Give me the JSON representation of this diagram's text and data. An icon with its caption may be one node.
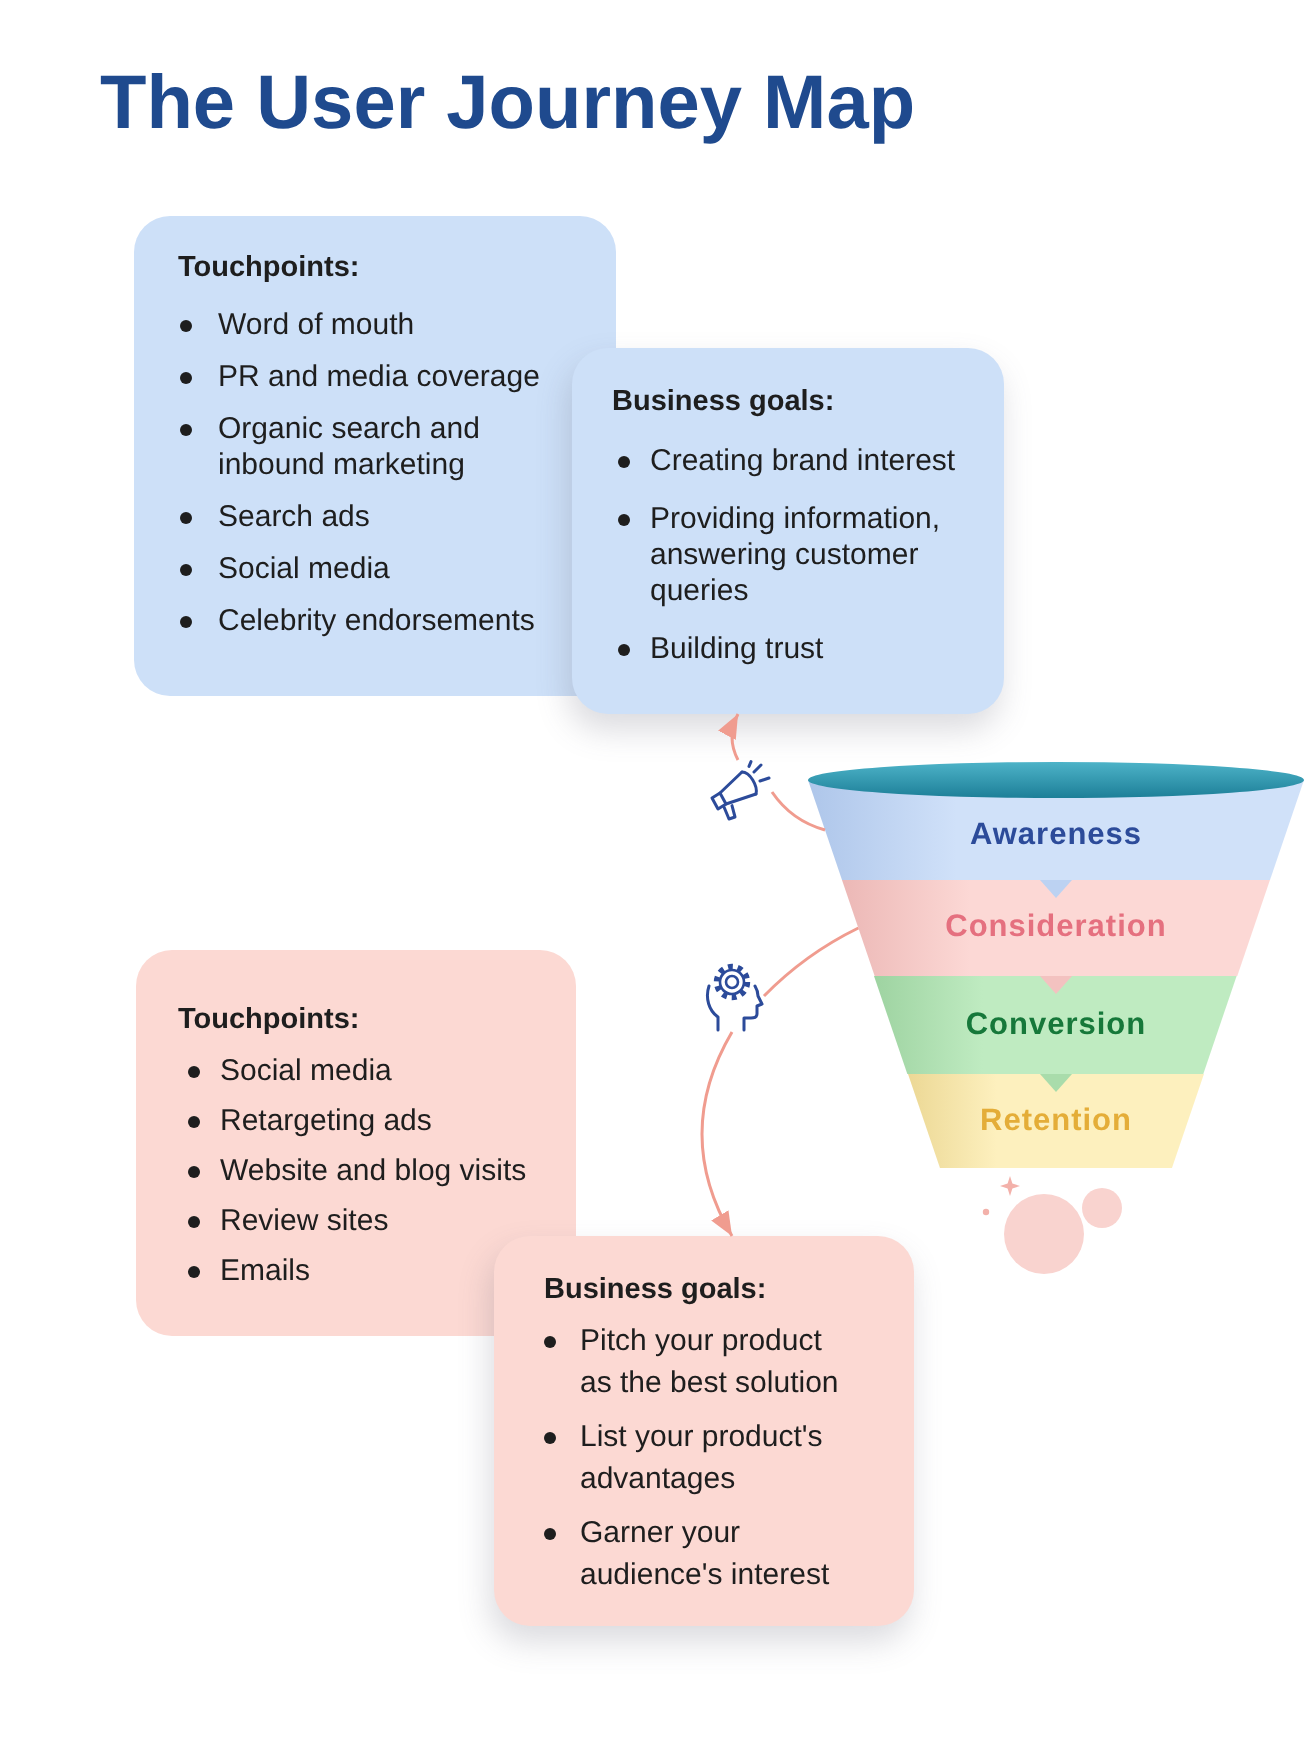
{
  "diagram": {
    "title": "The User Journey Map",
    "nodes": [
      {
        "text": [
          "Touchpoints:",
          "Word of mouth",
          "PR and media coverage",
          "Organic search and inbound marketing",
          "Search ads",
          "Social media",
          "Celebrity endorsements"
        ]
      },
      {
        "text": [
          "Business goals:",
          "Creating brand interest",
          "Providing information, answering customer queries",
          "Building trust"
        ]
      },
      {
        "text": [],
        "shape": "picture"
      },
      {
        "text": [
          "Awareness"
        ]
      },
      {
        "text": [
          "Consideration"
        ]
      },
      {
        "text": [
          "Conversion"
        ]
      },
      {
        "text": [
          "Retention"
        ]
      },
      {
        "text": [],
        "shape": "picture"
      },
      {
        "text": [
          "Touchpoints:",
          "Social media",
          "Retargeting ads",
          "Website and blog visits",
          "Review sites",
          "Emails"
        ]
      },
      {
        "text": [
          "Business goals:",
          "Pitch your product as the best solution",
          "List your product's advantages",
          "Garner your audience's interest"
        ]
      }
    ],
    "edges": [
      {
        "from": 3,
        "to": 2,
        "arrow": "none"
      },
      {
        "from": 2,
        "to": 1,
        "arrow": "to"
      },
      {
        "from": 4,
        "to": 7,
        "arrow": "none"
      },
      {
        "from": 7,
        "to": 9,
        "arrow": "to"
      },
      {
        "from": 3,
        "to": 4,
        "arrow": "to"
      },
      {
        "from": 4,
        "to": 5,
        "arrow": "to"
      },
      {
        "from": 5,
        "to": 6,
        "arrow": "to"
      }
    ]
  }
}
